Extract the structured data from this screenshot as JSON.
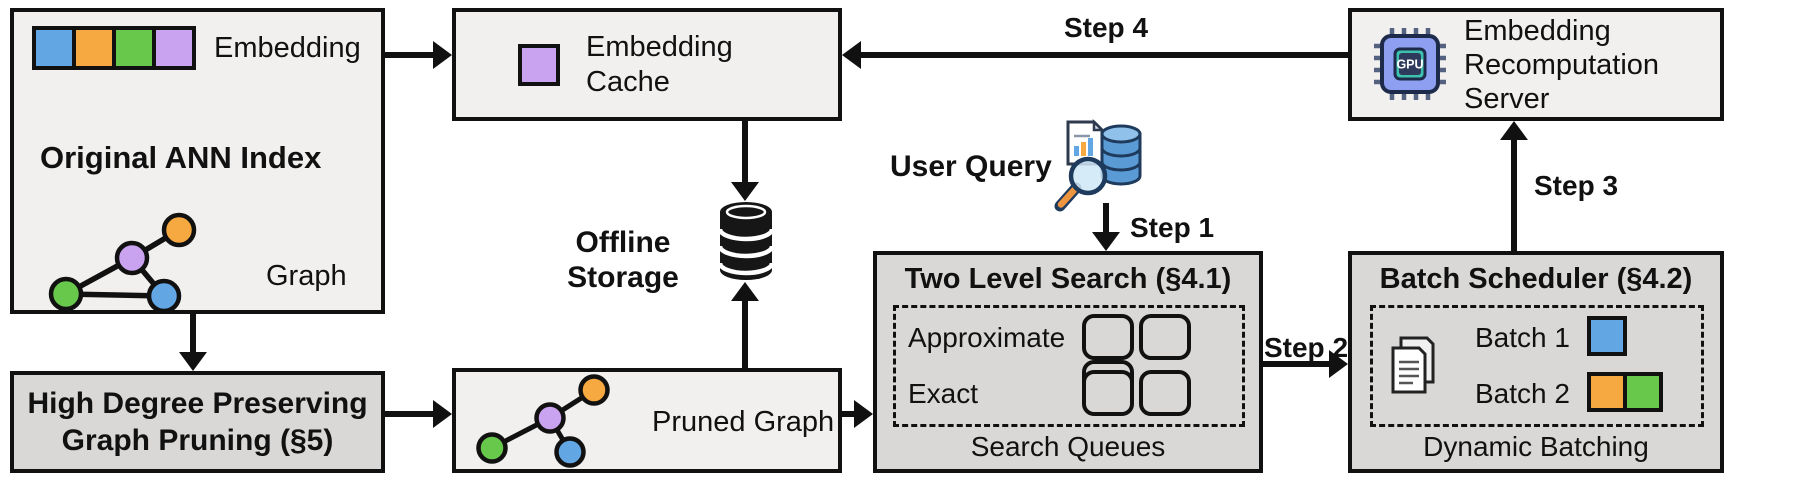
{
  "nodes": {
    "original_ann_index": {
      "title": "Original ANN Index",
      "embedding_label": "Embedding",
      "graph_label": "Graph"
    },
    "embedding_cache": {
      "label": "Embedding Cache"
    },
    "offline_storage": {
      "label": "Offline Storage"
    },
    "user_query": {
      "label": "User Query"
    },
    "recomputation_server": {
      "label": "Embedding Recomputation Server",
      "chip_label": "GPU"
    },
    "two_level_search": {
      "title": "Two Level Search (§4.1)",
      "rows": [
        {
          "label": "Approximate",
          "slots": 3
        },
        {
          "label": "Exact",
          "slots": 2
        }
      ],
      "footer": "Search Queues"
    },
    "batch_scheduler": {
      "title": "Batch Scheduler (§4.2)",
      "batches": [
        {
          "label": "Batch 1",
          "colors": [
            "blue"
          ]
        },
        {
          "label": "Batch 2",
          "colors": [
            "orange",
            "green"
          ]
        }
      ],
      "footer": "Dynamic Batching"
    },
    "high_degree_pruning": {
      "title": "High Degree Preserving Graph Pruning (§5)"
    },
    "pruned_graph": {
      "label": "Pruned Graph"
    }
  },
  "steps": {
    "step1": "Step 1",
    "step2": "Step 2",
    "step3": "Step 3",
    "step4": "Step 4"
  },
  "colors": {
    "blue": "#62a6e3",
    "orange": "#f6a940",
    "green": "#67c84c",
    "purple": "#c9a2f0",
    "box_light": "#f1f0ef",
    "box_dark": "#d9d8d7",
    "line": "#111111"
  }
}
